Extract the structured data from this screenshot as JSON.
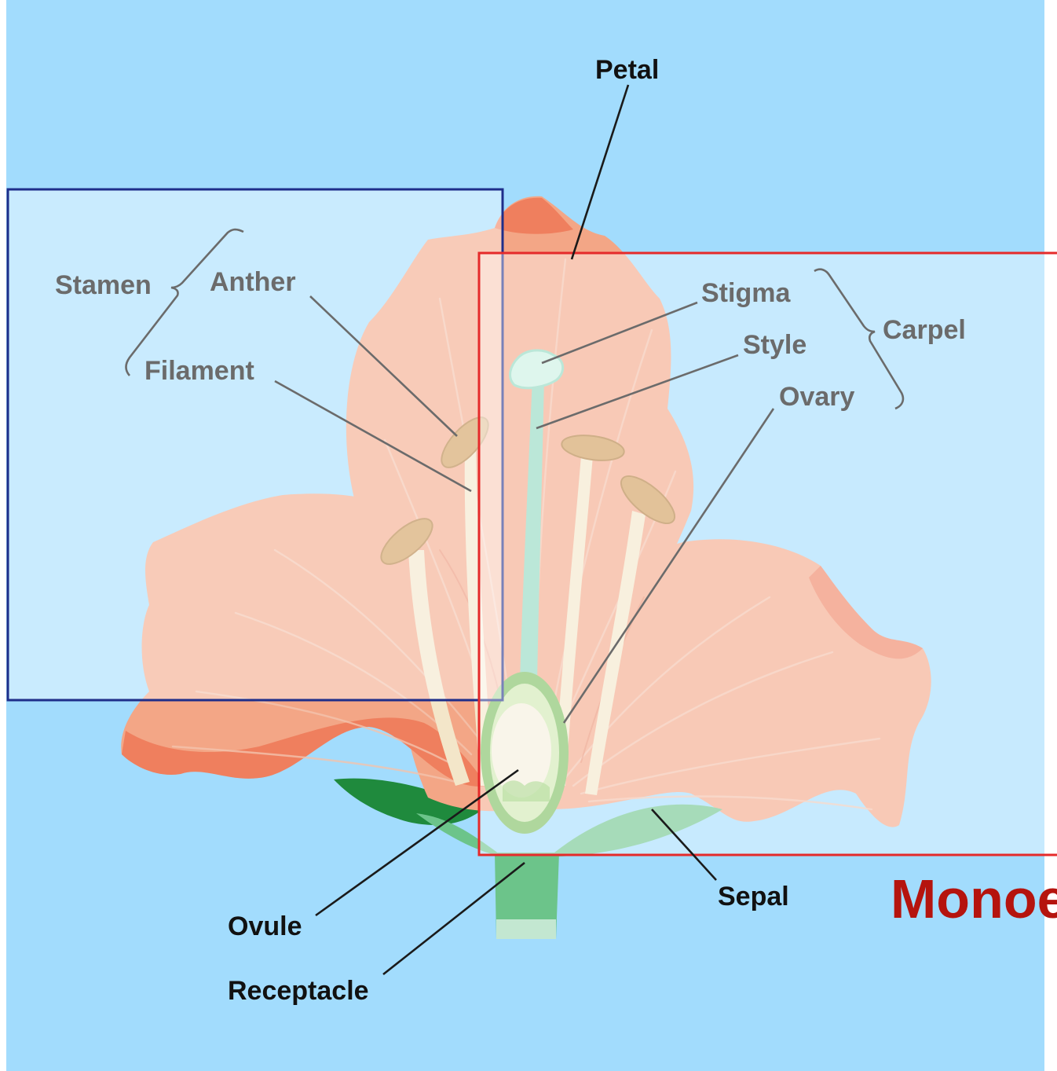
{
  "diagram": {
    "colors": {
      "background": "#a2dcfd",
      "petal": "#f3a686",
      "petal_dark": "#ee7250",
      "sepal": "#6cc48a",
      "leaf": "#1f8a3d",
      "filament": "#f3e6c9",
      "anther": "#cf9a55",
      "style": "#8ed8bf",
      "ovary": "#7bbd5c",
      "label_dark": "#111111",
      "label_muted": "#6b6b6b",
      "blue_box": "#1e2e8a",
      "red_box": "#e52a2a",
      "red_text": "#b5140e"
    },
    "labels": {
      "petal": "Petal",
      "stamen": "Stamen",
      "anther": "Anther",
      "filament": "Filament",
      "stigma": "Stigma",
      "style": "Style",
      "ovary": "Ovary",
      "carpel": "Carpel",
      "sepal": "Sepal",
      "ovule": "Ovule",
      "receptacle": "Receptacle"
    },
    "caption": "Monoe"
  }
}
